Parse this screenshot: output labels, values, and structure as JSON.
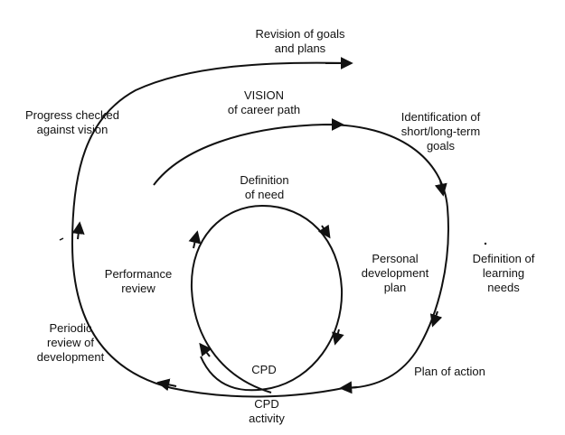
{
  "labels": {
    "revision": "Revision of goals\nand plans",
    "vision": "VISION\nof career path",
    "progress": "Progress checked\nagainst vision",
    "identification": "Identification of\nshort/long-term\ngoals",
    "definition_of_need": "Definition\nof need",
    "performance_review": "Performance\nreview",
    "personal_dev_plan": "Personal\ndevelopment\nplan",
    "definition_learning": "Definition of\nlearning\nneeds",
    "periodic_review": "Periodic\nreview of\ndevelopment",
    "cpd": "CPD",
    "plan_of_action": "Plan of action",
    "cpd_activity": "CPD\nactivity"
  },
  "colors": {
    "ink": "#111111",
    "background": "#ffffff"
  }
}
